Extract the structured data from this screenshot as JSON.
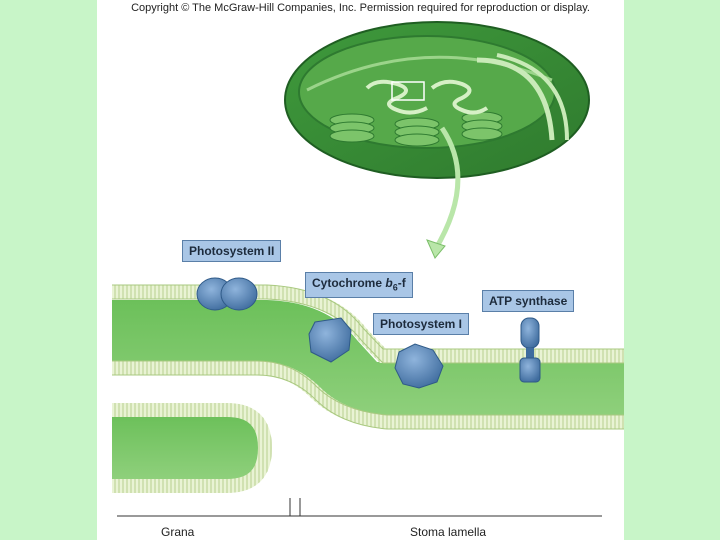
{
  "copyright": "Copyright © The McGraw-Hill Companies, Inc. Permission required for reproduction or display.",
  "labels": {
    "photosystem_ii": "Photosystem II",
    "cytochrome_prefix": "Cytochrome ",
    "cytochrome_b": "b",
    "cytochrome_sub": "6",
    "cytochrome_suffix": "-f",
    "photosystem_i": "Photosystem I",
    "atp_synthase": "ATP synthase",
    "grana": "Grana",
    "stroma_lamella": "Stoma lamella"
  },
  "colors": {
    "background": "#c8f5c8",
    "membrane_green": "#5fb84a",
    "protein_blue": "#4f7fb0",
    "label_fill": "#a9c6e6"
  }
}
